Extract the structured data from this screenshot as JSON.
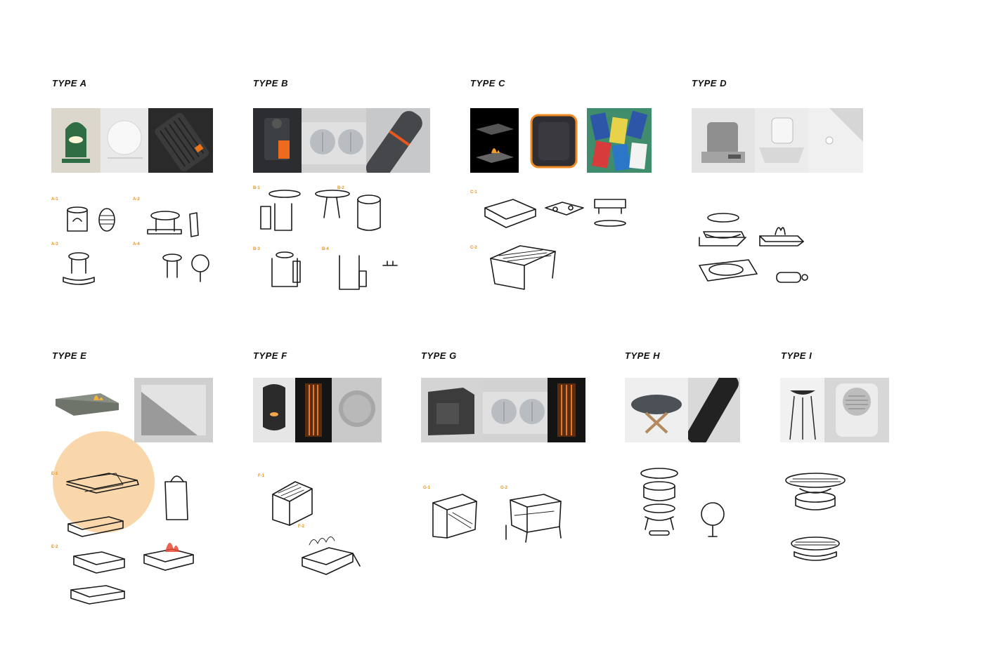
{
  "types": [
    {
      "id": "A",
      "title": "TYPE A",
      "labels": [
        "A-1",
        "A-2",
        "A-3",
        "A-4"
      ]
    },
    {
      "id": "B",
      "title": "TYPE B",
      "labels": [
        "B-1",
        "B-2",
        "B-3",
        "B-4"
      ]
    },
    {
      "id": "C",
      "title": "TYPE C",
      "labels": [
        "C-1",
        "C-2"
      ]
    },
    {
      "id": "D",
      "title": "TYPE D",
      "labels": []
    },
    {
      "id": "E",
      "title": "TYPE E",
      "labels": [
        "E-1",
        "E-2"
      ]
    },
    {
      "id": "F",
      "title": "TYPE F",
      "labels": [
        "F-1",
        "F-2"
      ]
    },
    {
      "id": "G",
      "title": "TYPE G",
      "labels": [
        "G-1",
        "G-2"
      ]
    },
    {
      "id": "H",
      "title": "TYPE H",
      "labels": []
    },
    {
      "id": "I",
      "title": "TYPE I",
      "labels": []
    }
  ],
  "colors": {
    "accent": "#e8901c",
    "highlight": "#f7c98f",
    "sketch": "#1a1a1a",
    "photo_gray": "#bdbdbd"
  }
}
